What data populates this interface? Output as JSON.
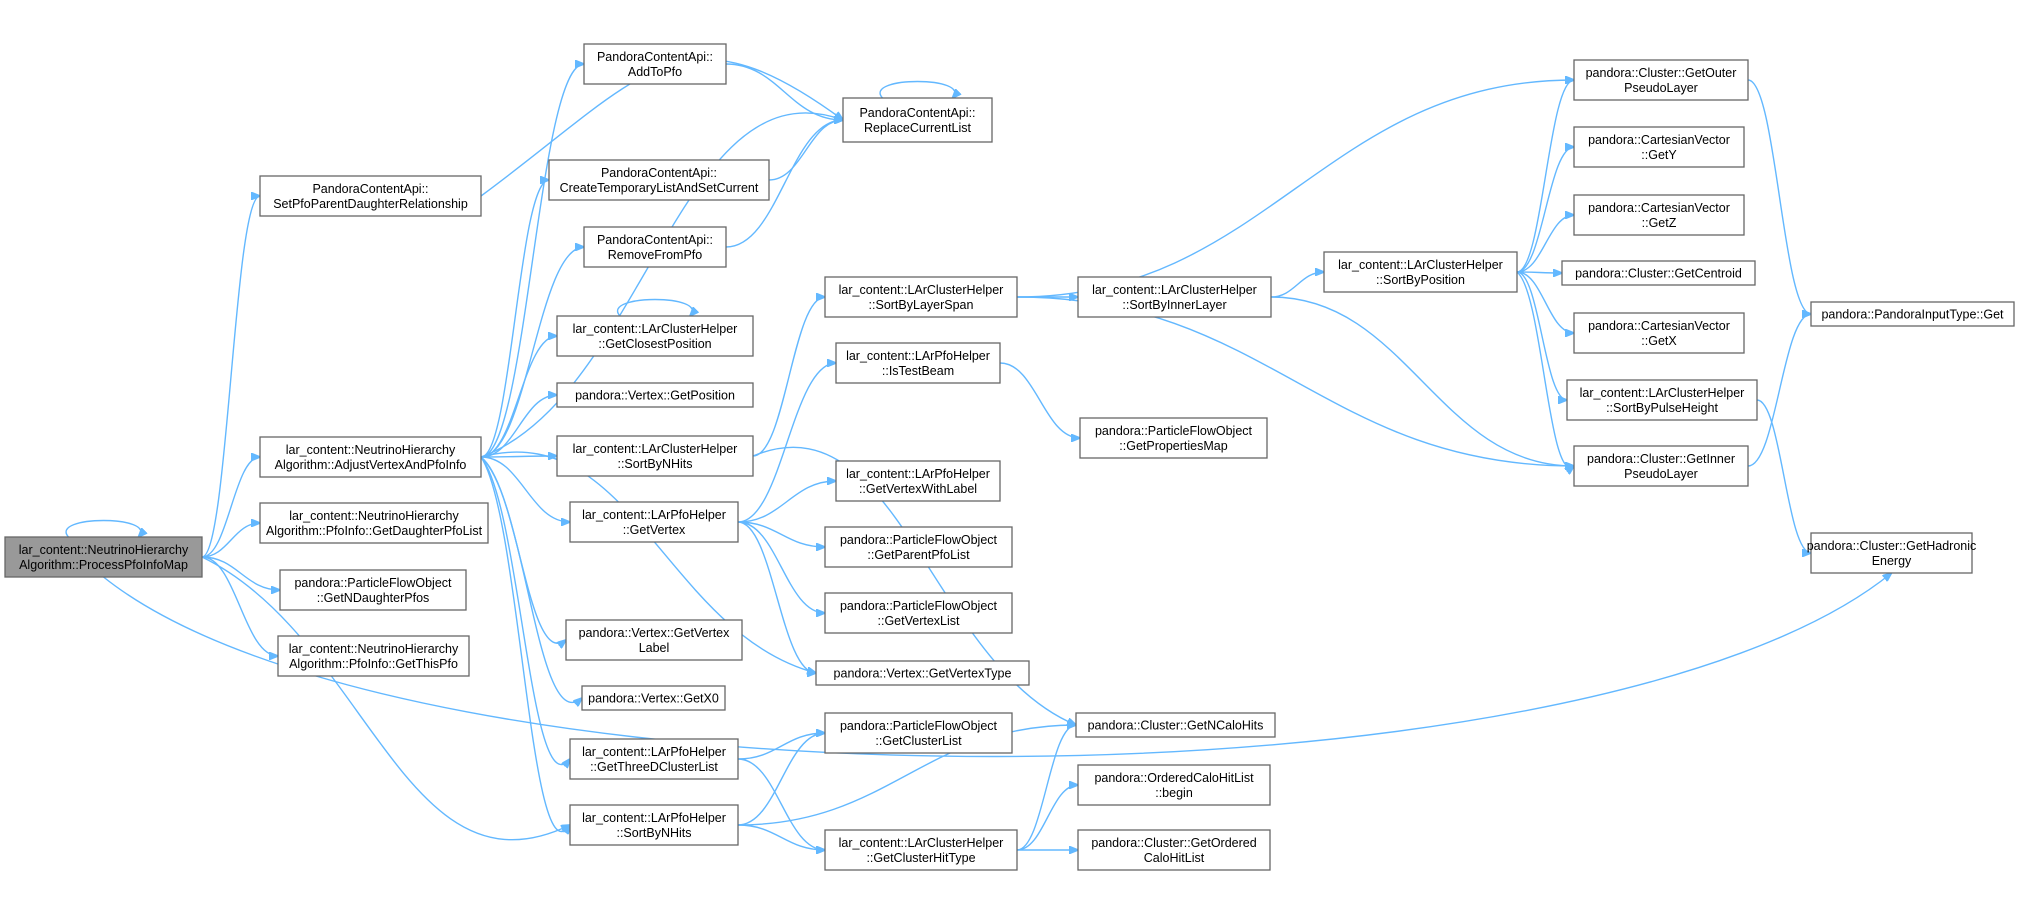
{
  "graph": {
    "colors": {
      "edge": "#63b8ff",
      "node_border": "#666666",
      "root_fill": "#999999",
      "node_fill": "#ffffff"
    },
    "nodes": [
      {
        "id": "root",
        "lines": [
          "lar_content::NeutrinoHierarchy",
          "Algorithm::ProcessPfoInfoMap"
        ],
        "root": true
      },
      {
        "id": "setparent",
        "lines": [
          "PandoraContentApi::",
          "SetPfoParentDaughterRelationship"
        ]
      },
      {
        "id": "adjust",
        "lines": [
          "lar_content::NeutrinoHierarchy",
          "Algorithm::AdjustVertexAndPfoInfo"
        ]
      },
      {
        "id": "getdaughterpfolist",
        "lines": [
          "lar_content::NeutrinoHierarchy",
          "Algorithm::PfoInfo::GetDaughterPfoList"
        ]
      },
      {
        "id": "getndaughterpfos",
        "lines": [
          "pandora::ParticleFlowObject",
          "::GetNDaughterPfos"
        ]
      },
      {
        "id": "getthispfo",
        "lines": [
          "lar_content::NeutrinoHierarchy",
          "Algorithm::PfoInfo::GetThisPfo"
        ]
      },
      {
        "id": "addtopfo",
        "lines": [
          "PandoraContentApi::",
          "AddToPfo"
        ]
      },
      {
        "id": "createtemp",
        "lines": [
          "PandoraContentApi::",
          "CreateTemporaryListAndSetCurrent"
        ]
      },
      {
        "id": "removefrompfo",
        "lines": [
          "PandoraContentApi::",
          "RemoveFromPfo"
        ]
      },
      {
        "id": "getclosestposition",
        "lines": [
          "lar_content::LArClusterHelper",
          "::GetClosestPosition"
        ]
      },
      {
        "id": "vertexgetposition",
        "lines": [
          "pandora::Vertex::GetPosition"
        ]
      },
      {
        "id": "sortbynhits_ch",
        "lines": [
          "lar_content::LArClusterHelper",
          "::SortByNHits"
        ]
      },
      {
        "id": "getvertex",
        "lines": [
          "lar_content::LArPfoHelper",
          "::GetVertex"
        ]
      },
      {
        "id": "getvertexlabel",
        "lines": [
          "pandora::Vertex::GetVertex",
          "Label"
        ]
      },
      {
        "id": "getx0",
        "lines": [
          "pandora::Vertex::GetX0"
        ]
      },
      {
        "id": "getthreedclusterlist",
        "lines": [
          "lar_content::LArPfoHelper",
          "::GetThreeDClusterList"
        ]
      },
      {
        "id": "sortbynhits_pfo",
        "lines": [
          "lar_content::LArPfoHelper",
          "::SortByNHits"
        ]
      },
      {
        "id": "replacecurrentlist",
        "lines": [
          "PandoraContentApi::",
          "ReplaceCurrentList"
        ]
      },
      {
        "id": "sortbylayerspan",
        "lines": [
          "lar_content::LArClusterHelper",
          "::SortByLayerSpan"
        ]
      },
      {
        "id": "istestbeam",
        "lines": [
          "lar_content::LArPfoHelper",
          "::IsTestBeam"
        ]
      },
      {
        "id": "getvertexwithlabel",
        "lines": [
          "lar_content::LArPfoHelper",
          "::GetVertexWithLabel"
        ]
      },
      {
        "id": "getparentpfolist",
        "lines": [
          "pandora::ParticleFlowObject",
          "::GetParentPfoList"
        ]
      },
      {
        "id": "getvertexlist",
        "lines": [
          "pandora::ParticleFlowObject",
          "::GetVertexList"
        ]
      },
      {
        "id": "getvertextype",
        "lines": [
          "pandora::Vertex::GetVertexType"
        ]
      },
      {
        "id": "getclusterlist",
        "lines": [
          "pandora::ParticleFlowObject",
          "::GetClusterList"
        ]
      },
      {
        "id": "getclusterhittype",
        "lines": [
          "lar_content::LArClusterHelper",
          "::GetClusterHitType"
        ]
      },
      {
        "id": "sortbyinnerlayer",
        "lines": [
          "lar_content::LArClusterHelper",
          "::SortByInnerLayer"
        ]
      },
      {
        "id": "getpropertiesmap",
        "lines": [
          "pandora::ParticleFlowObject",
          "::GetPropertiesMap"
        ]
      },
      {
        "id": "getncalohits",
        "lines": [
          "pandora::Cluster::GetNCaloHits"
        ]
      },
      {
        "id": "orderedbegin",
        "lines": [
          "pandora::OrderedCaloHitList",
          "::begin"
        ]
      },
      {
        "id": "getorderedcalohitlist",
        "lines": [
          "pandora::Cluster::GetOrdered",
          "CaloHitList"
        ]
      },
      {
        "id": "sortbyposition",
        "lines": [
          "lar_content::LArClusterHelper",
          "::SortByPosition"
        ]
      },
      {
        "id": "getouterpseudolayer",
        "lines": [
          "pandora::Cluster::GetOuter",
          "PseudoLayer"
        ]
      },
      {
        "id": "gety",
        "lines": [
          "pandora::CartesianVector",
          "::GetY"
        ]
      },
      {
        "id": "getz",
        "lines": [
          "pandora::CartesianVector",
          "::GetZ"
        ]
      },
      {
        "id": "getcentroid",
        "lines": [
          "pandora::Cluster::GetCentroid"
        ]
      },
      {
        "id": "getx",
        "lines": [
          "pandora::CartesianVector",
          "::GetX"
        ]
      },
      {
        "id": "sortbypulseheight",
        "lines": [
          "lar_content::LArClusterHelper",
          "::SortByPulseHeight"
        ]
      },
      {
        "id": "getinnerpseudolayer",
        "lines": [
          "pandora::Cluster::GetInner",
          "PseudoLayer"
        ]
      },
      {
        "id": "inputtypeget",
        "lines": [
          "pandora::PandoraInputType::Get"
        ]
      },
      {
        "id": "gethadronicenergy",
        "lines": [
          "pandora::Cluster::GetHadronic",
          "Energy"
        ]
      }
    ]
  }
}
